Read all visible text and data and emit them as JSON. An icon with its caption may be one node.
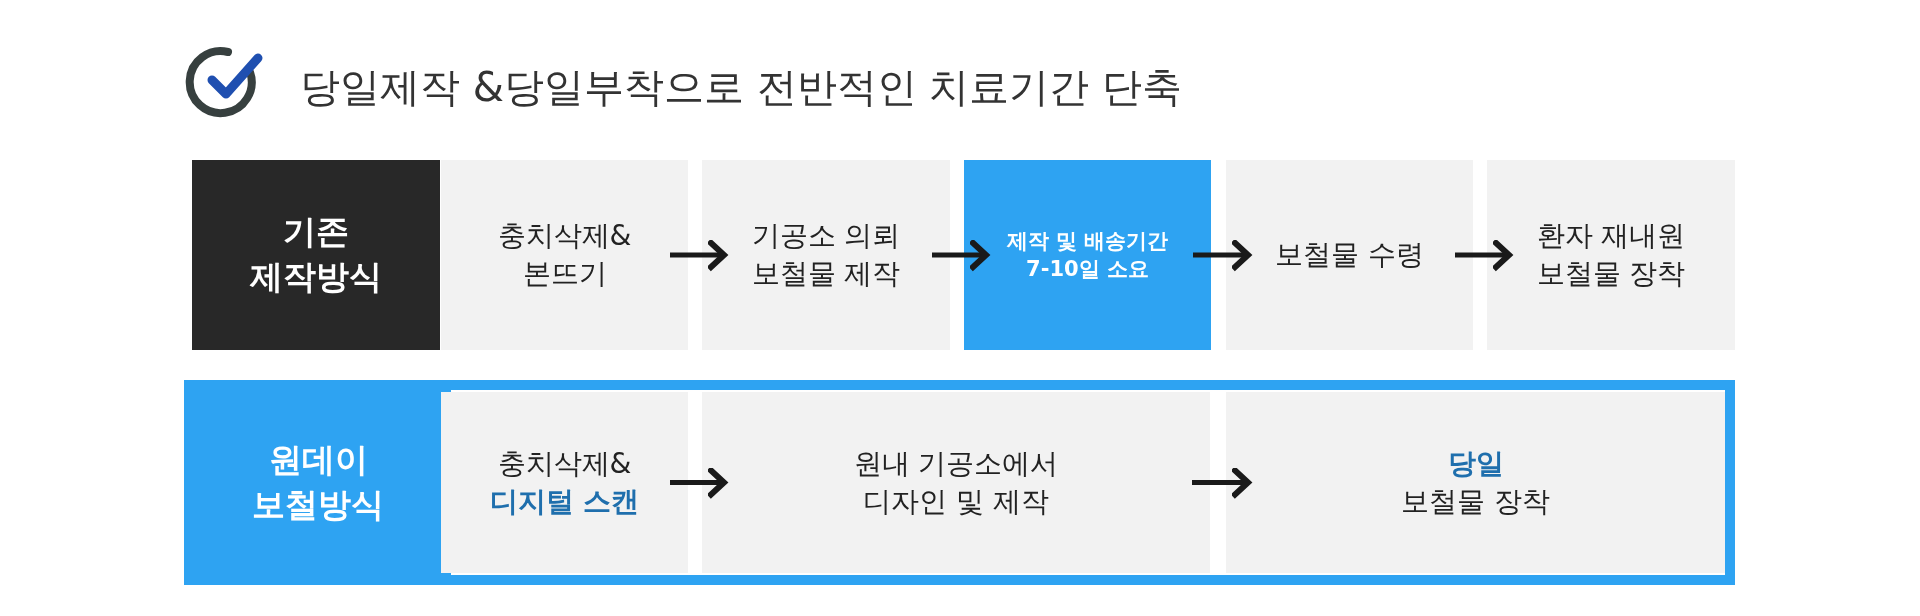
{
  "diagram": {
    "title": "당일제작 &당일부착으로 전반적인 치료기간 단축",
    "nodes": [
      {
        "text": [
          "기존 제작방식"
        ]
      },
      {
        "text": [
          "충치삭제& 본뜨기"
        ]
      },
      {
        "text": [
          "기공소 의뢰 보철물 제작"
        ]
      },
      {
        "text": [
          "제작 및 배송기간 7-10일 소요"
        ]
      },
      {
        "text": [
          "보철물 수령"
        ]
      },
      {
        "text": [
          "환자 재내원 보철물 장착"
        ]
      },
      {
        "text": [
          "원데이 보철방식"
        ]
      },
      {
        "text": [
          "충치삭제& **디지털 스캔**"
        ],
        "in": 6
      },
      {
        "text": [
          "원내 기공소에서 디자인 및 제작"
        ],
        "in": 6
      },
      {
        "text": [
          "당일",
          "보철물 장착"
        ],
        "in": 6
      }
    ],
    "edges": [
      {
        "from": 1,
        "to": 2,
        "arrow": "to"
      },
      {
        "from": 2,
        "to": 3,
        "arrow": "to"
      },
      {
        "from": 3,
        "to": 4,
        "arrow": "to"
      },
      {
        "from": 4,
        "to": 5,
        "arrow": "to"
      },
      {
        "from": 7,
        "to": 8,
        "arrow": "to"
      },
      {
        "from": 8,
        "to": 9,
        "arrow": "to"
      }
    ]
  }
}
